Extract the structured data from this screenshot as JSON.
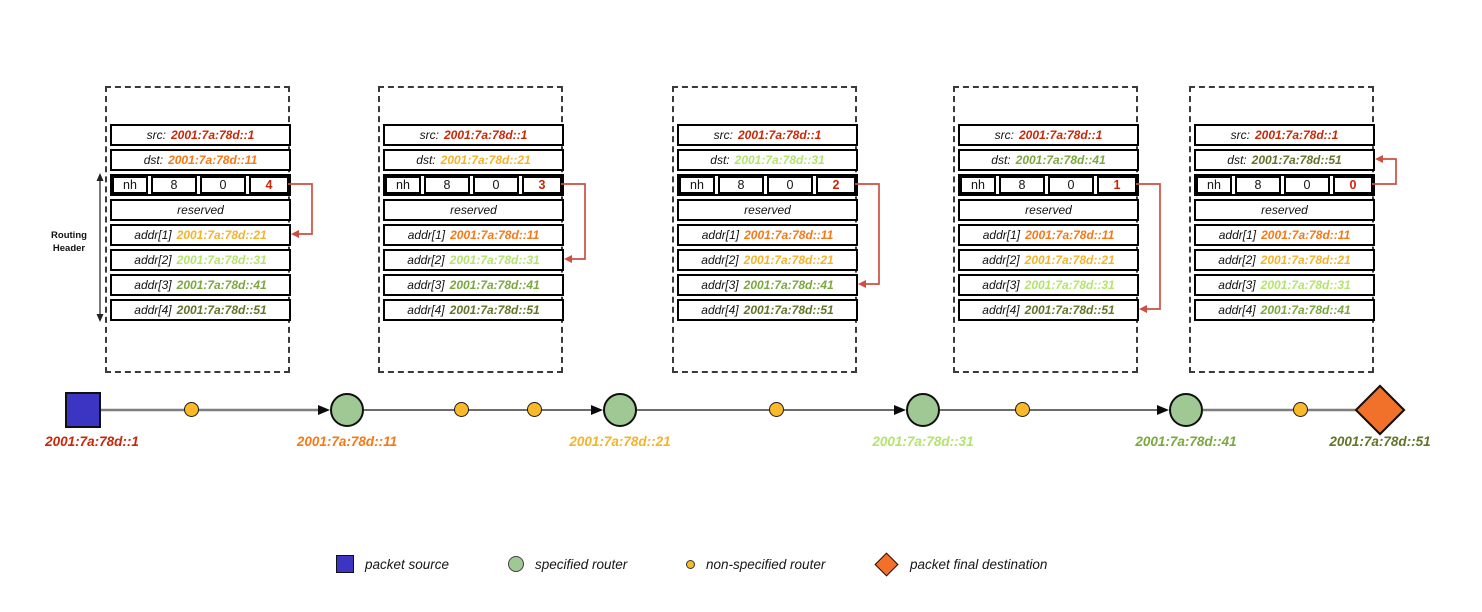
{
  "palette": {
    "red": "#cc2606",
    "orange": "#f97714",
    "amber": "#f5b32a",
    "light_green": "#b3e46e",
    "green": "#7aa73e",
    "olive": "#617429",
    "source_fill": "#3c35c3",
    "router_fill": "#a0c894",
    "unspecified_fill": "#f9b928",
    "destination_fill": "#f2712a",
    "pointer_arrow": "#cc4f42"
  },
  "routing_header_label": "Routing Header",
  "headers": [
    {
      "src_label": "src:",
      "src_value": "2001:7a:78d::1",
      "src_tone": "red",
      "dst_label": "dst:",
      "dst_value": "2001:7a:78d::11",
      "dst_tone": "orange",
      "nh_cells": [
        "nh",
        "8",
        "0"
      ],
      "segments_left": "4",
      "segments_left_tone": "red",
      "reserved_label": "reserved",
      "addrs": [
        {
          "label": "addr[1]",
          "value": "2001:7a:78d::21",
          "tone": "amber"
        },
        {
          "label": "addr[2]",
          "value": "2001:7a:78d::31",
          "tone": "light_green"
        },
        {
          "label": "addr[3]",
          "value": "2001:7a:78d::41",
          "tone": "green"
        },
        {
          "label": "addr[4]",
          "value": "2001:7a:78d::51",
          "tone": "olive"
        }
      ],
      "pointer_target": "addr1"
    },
    {
      "src_label": "src:",
      "src_value": "2001:7a:78d::1",
      "src_tone": "red",
      "dst_label": "dst:",
      "dst_value": "2001:7a:78d::21",
      "dst_tone": "amber",
      "nh_cells": [
        "nh",
        "8",
        "0"
      ],
      "segments_left": "3",
      "segments_left_tone": "red",
      "reserved_label": "reserved",
      "addrs": [
        {
          "label": "addr[1]",
          "value": "2001:7a:78d::11",
          "tone": "orange"
        },
        {
          "label": "addr[2]",
          "value": "2001:7a:78d::31",
          "tone": "light_green"
        },
        {
          "label": "addr[3]",
          "value": "2001:7a:78d::41",
          "tone": "green"
        },
        {
          "label": "addr[4]",
          "value": "2001:7a:78d::51",
          "tone": "olive"
        }
      ],
      "pointer_target": "addr2"
    },
    {
      "src_label": "src:",
      "src_value": "2001:7a:78d::1",
      "src_tone": "red",
      "dst_label": "dst:",
      "dst_value": "2001:7a:78d::31",
      "dst_tone": "light_green",
      "nh_cells": [
        "nh",
        "8",
        "0"
      ],
      "segments_left": "2",
      "segments_left_tone": "red",
      "reserved_label": "reserved",
      "addrs": [
        {
          "label": "addr[1]",
          "value": "2001:7a:78d::11",
          "tone": "orange"
        },
        {
          "label": "addr[2]",
          "value": "2001:7a:78d::21",
          "tone": "amber"
        },
        {
          "label": "addr[3]",
          "value": "2001:7a:78d::41",
          "tone": "green"
        },
        {
          "label": "addr[4]",
          "value": "2001:7a:78d::51",
          "tone": "olive"
        }
      ],
      "pointer_target": "addr3"
    },
    {
      "src_label": "src:",
      "src_value": "2001:7a:78d::1",
      "src_tone": "red",
      "dst_label": "dst:",
      "dst_value": "2001:7a:78d::41",
      "dst_tone": "green",
      "nh_cells": [
        "nh",
        "8",
        "0"
      ],
      "segments_left": "1",
      "segments_left_tone": "red",
      "reserved_label": "reserved",
      "addrs": [
        {
          "label": "addr[1]",
          "value": "2001:7a:78d::11",
          "tone": "orange"
        },
        {
          "label": "addr[2]",
          "value": "2001:7a:78d::21",
          "tone": "amber"
        },
        {
          "label": "addr[3]",
          "value": "2001:7a:78d::31",
          "tone": "light_green"
        },
        {
          "label": "addr[4]",
          "value": "2001:7a:78d::51",
          "tone": "olive"
        }
      ],
      "pointer_target": "addr4"
    },
    {
      "src_label": "src:",
      "src_value": "2001:7a:78d::1",
      "src_tone": "red",
      "dst_label": "dst:",
      "dst_value": "2001:7a:78d::51",
      "dst_tone": "olive",
      "nh_cells": [
        "nh",
        "8",
        "0"
      ],
      "segments_left": "0",
      "segments_left_tone": "red",
      "reserved_label": "reserved",
      "addrs": [
        {
          "label": "addr[1]",
          "value": "2001:7a:78d::11",
          "tone": "orange"
        },
        {
          "label": "addr[2]",
          "value": "2001:7a:78d::21",
          "tone": "amber"
        },
        {
          "label": "addr[3]",
          "value": "2001:7a:78d::31",
          "tone": "light_green"
        },
        {
          "label": "addr[4]",
          "value": "2001:7a:78d::41",
          "tone": "green"
        }
      ],
      "pointer_target": "dst"
    }
  ],
  "path": {
    "nodes": [
      {
        "type": "source",
        "label": "2001:7a:78d::1",
        "tone": "red"
      },
      {
        "type": "unspecified"
      },
      {
        "type": "router",
        "label": "2001:7a:78d::11",
        "tone": "orange"
      },
      {
        "type": "unspecified"
      },
      {
        "type": "unspecified"
      },
      {
        "type": "router",
        "label": "2001:7a:78d::21",
        "tone": "amber"
      },
      {
        "type": "unspecified"
      },
      {
        "type": "router",
        "label": "2001:7a:78d::31",
        "tone": "light_green"
      },
      {
        "type": "unspecified"
      },
      {
        "type": "router",
        "label": "2001:7a:78d::41",
        "tone": "green"
      },
      {
        "type": "unspecified"
      },
      {
        "type": "destination",
        "label": "2001:7a:78d::51",
        "tone": "olive"
      }
    ]
  },
  "legend": [
    {
      "marker": "source",
      "label": "packet source"
    },
    {
      "marker": "router",
      "label": "specified router"
    },
    {
      "marker": "unspecified",
      "label": "non-specified router"
    },
    {
      "marker": "destination",
      "label": "packet final destination"
    }
  ]
}
